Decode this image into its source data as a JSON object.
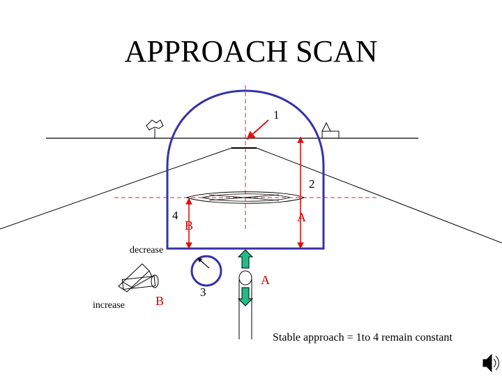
{
  "title": "APPROACH SCAN",
  "labels": {
    "n1": "1",
    "n2": "2",
    "n3": "3",
    "n4": "4",
    "a_upper": "A",
    "b_upper": "B",
    "a_lower": "A",
    "b_lower": "B",
    "decrease": "decrease",
    "increase": "increase",
    "caption": "Stable approach = 1to 4 remain constant"
  },
  "colors": {
    "scan_outline": "#3333aa",
    "arrow_red": "#dd1111",
    "arrow_green": "#22bb88",
    "guide_dashed": "#dd2222",
    "ground_line": "#000000",
    "letter_red": "#cc0000"
  },
  "icons": {
    "tree": "tree-icon",
    "house": "house-icon",
    "throttle": "throttle-icon",
    "airspeed": "airspeed-dial-icon",
    "attitude": "pitch-indicator-icon",
    "speaker": "speaker-icon"
  }
}
